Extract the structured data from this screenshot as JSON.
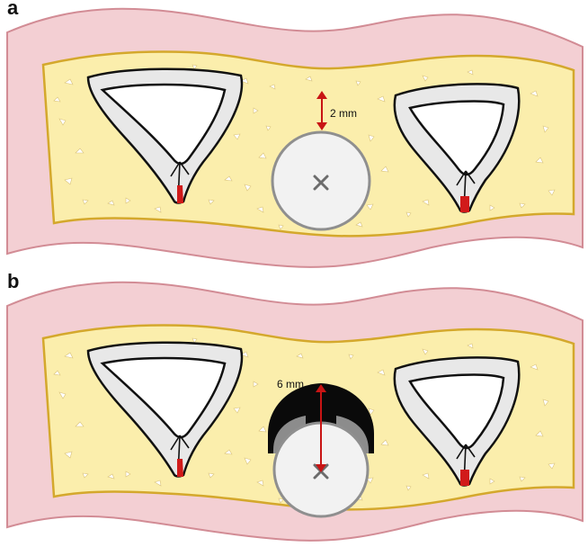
{
  "panels": [
    {
      "label": "a",
      "distance_label": "2 mm",
      "distance_mm": 2,
      "resorption_cap": false
    },
    {
      "label": "b",
      "distance_label": "6 mm",
      "distance_mm": 6,
      "resorption_cap": true
    }
  ],
  "colors": {
    "gingiva": "#f3cfd3",
    "gingiva_outline": "#d28c95",
    "bone": "#fbeeac",
    "bone_outline": "#d4a82c",
    "root_outer": "#e8e8e8",
    "root_canal_stroke": "#111111",
    "apex_red": "#d11a1a",
    "implant_fill": "#f2f2f2",
    "implant_outline": "#8f8f8f",
    "arrow_red": "#c81414",
    "resorption_black": "#0a0a0a",
    "resorption_gray": "#8c8c8c"
  },
  "icons": {
    "implant_center_mark": "x-cross-icon"
  }
}
